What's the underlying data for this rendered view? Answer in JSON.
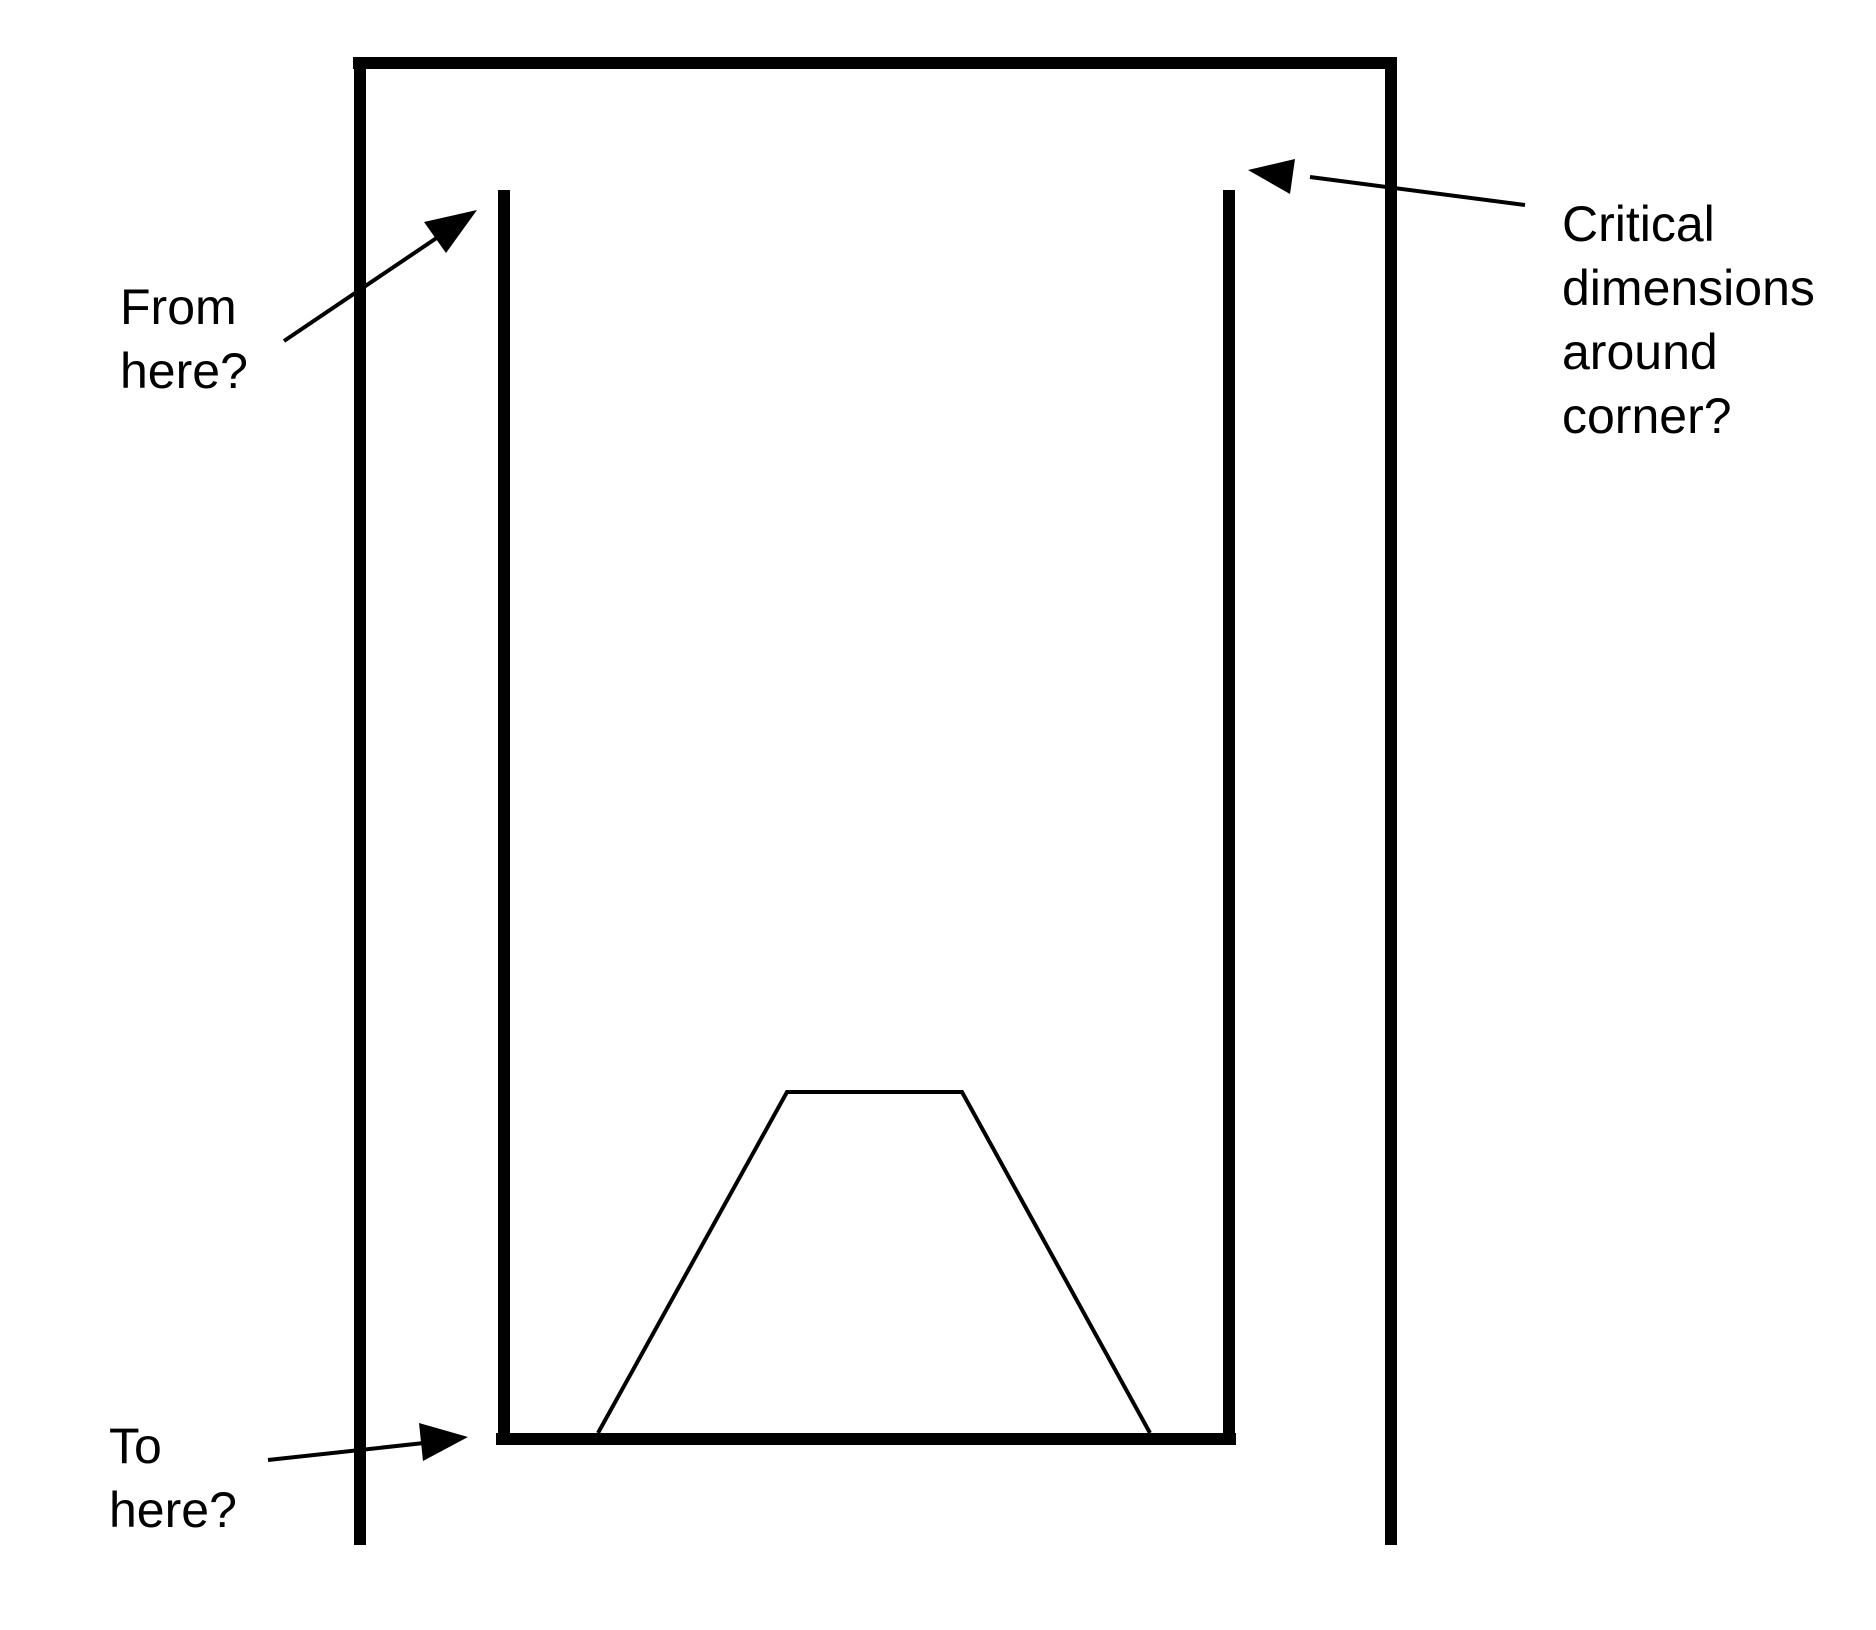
{
  "annotations": {
    "from": [
      "From",
      "here?"
    ],
    "to": [
      "To",
      "here?"
    ],
    "critical": [
      "Critical",
      "dimensions",
      "around",
      "corner?"
    ]
  },
  "colors": {
    "stroke": "#000000",
    "background": "#ffffff"
  }
}
